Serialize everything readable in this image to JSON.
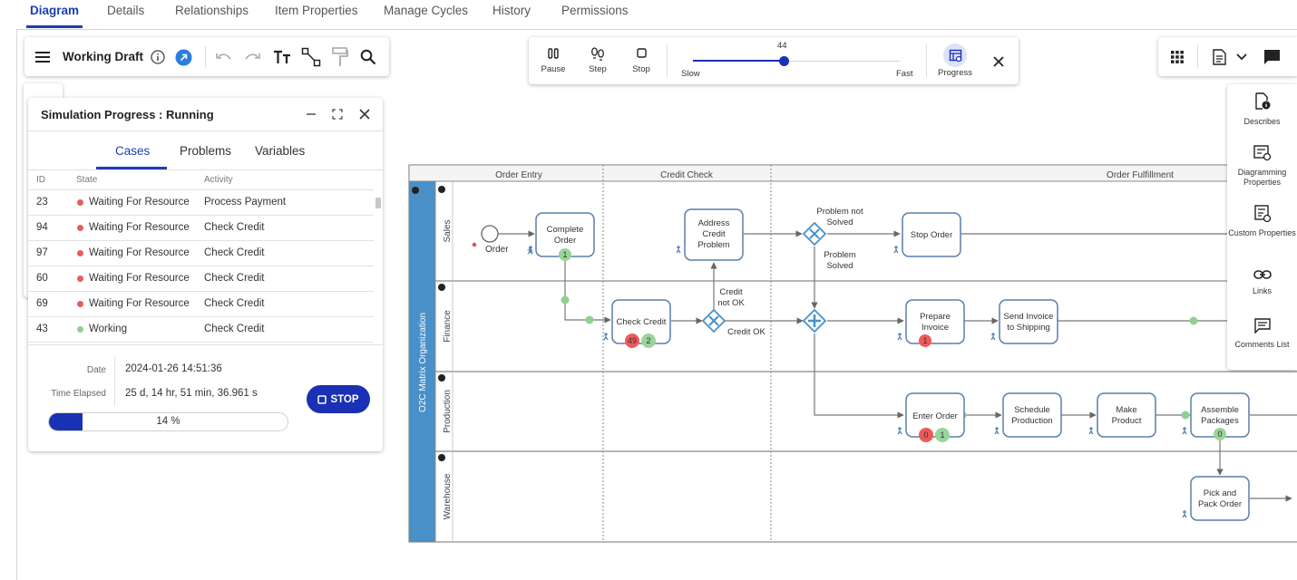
{
  "tabs": [
    {
      "label": "Diagram",
      "active": true
    },
    {
      "label": "Details"
    },
    {
      "label": "Relationships"
    },
    {
      "label": "Item Properties"
    },
    {
      "label": "Manage Cycles"
    },
    {
      "label": "History"
    },
    {
      "label": "Permissions"
    }
  ],
  "toolbar": {
    "title": "Working Draft",
    "icons": [
      "menu-icon",
      "info-icon",
      "link-icon",
      "undo-icon",
      "redo-icon",
      "text-icon",
      "connector-icon",
      "format-painter-icon",
      "search-icon"
    ]
  },
  "sim_controls": {
    "pause": "Pause",
    "step": "Step",
    "stop": "Stop",
    "speed_value": "44",
    "speed_fraction": 0.44,
    "slow": "Slow",
    "fast": "Fast",
    "progress": "Progress"
  },
  "right_toolbar": {
    "icons": [
      "apps-grid-icon",
      "document-icon",
      "chevron-down-icon",
      "comment-icon"
    ]
  },
  "side_panel": {
    "items": [
      {
        "label": "Describes",
        "icon": "document-info-icon"
      },
      {
        "label": "Diagramming Properties",
        "icon": "diagram-properties-icon"
      },
      {
        "label": "Custom Properties",
        "icon": "custom-properties-icon"
      },
      {
        "label": "Links",
        "icon": "link-chain-icon"
      },
      {
        "label": "Comments List",
        "icon": "comments-list-icon"
      }
    ]
  },
  "sim_panel": {
    "title": "Simulation Progress : Running",
    "tabs": [
      "Cases",
      "Problems",
      "Variables"
    ],
    "columns": [
      "ID",
      "State",
      "Activity"
    ],
    "rows": [
      {
        "id": "23",
        "state": "Waiting For Resource",
        "activity": "Process Payment",
        "status": "red"
      },
      {
        "id": "94",
        "state": "Waiting For Resource",
        "activity": "Check Credit",
        "status": "red"
      },
      {
        "id": "97",
        "state": "Waiting For Resource",
        "activity": "Check Credit",
        "status": "red"
      },
      {
        "id": "60",
        "state": "Waiting For Resource",
        "activity": "Check Credit",
        "status": "red"
      },
      {
        "id": "69",
        "state": "Waiting For Resource",
        "activity": "Check Credit",
        "status": "red"
      },
      {
        "id": "43",
        "state": "Working",
        "activity": "Check Credit",
        "status": "green"
      }
    ],
    "date_label": "Date",
    "date_value": "2024-01-26 14:51:36",
    "elapsed_label": "Time Elapsed",
    "elapsed_value": "25 d, 14 hr, 51 min, 36.961 s",
    "stop_label": "STOP",
    "progress_text": "14 %",
    "progress_fraction": 0.14
  },
  "colors": {
    "accent": "#1a3fb2",
    "pool_band": "#4a90c8",
    "task_border": "#5b7fa8",
    "badge_red": "#ee5a5a",
    "badge_green": "#9ad49a",
    "status_red": "#e85c5c",
    "status_green": "#8fd18f"
  },
  "diagram": {
    "pool_label": "O2C Matrix Organization",
    "phases": [
      "Order Entry",
      "Credit Check",
      "Order Fulfillment"
    ],
    "lanes": [
      "Sales",
      "Finance",
      "Production",
      "Warehouse"
    ],
    "start_event": "Order",
    "tasks": {
      "complete_order": "Complete Order",
      "address_credit": "Address Credit Problem",
      "stop_order": "Stop Order",
      "check_credit": "Check Credit",
      "prepare_invoice": "Prepare Invoice",
      "send_invoice": "Send Invoice to Shipping",
      "enter_order": "Enter Order",
      "schedule_production": "Schedule Production",
      "make_product": "Make Product",
      "assemble_packages": "Assemble Packages",
      "pick_pack": "Pick and Pack Order"
    },
    "flow_labels": {
      "problem_not_solved": "Problem not Solved",
      "problem_solved": "Problem Solved",
      "credit_not_ok": "Credit not OK",
      "credit_ok": "Credit OK"
    },
    "badges": {
      "complete_order": "1",
      "check_credit_red": "49",
      "check_credit_green": "2",
      "prepare_invoice": "1",
      "enter_order_red": "0",
      "enter_order_green": "1",
      "assemble_packages": "0"
    }
  }
}
